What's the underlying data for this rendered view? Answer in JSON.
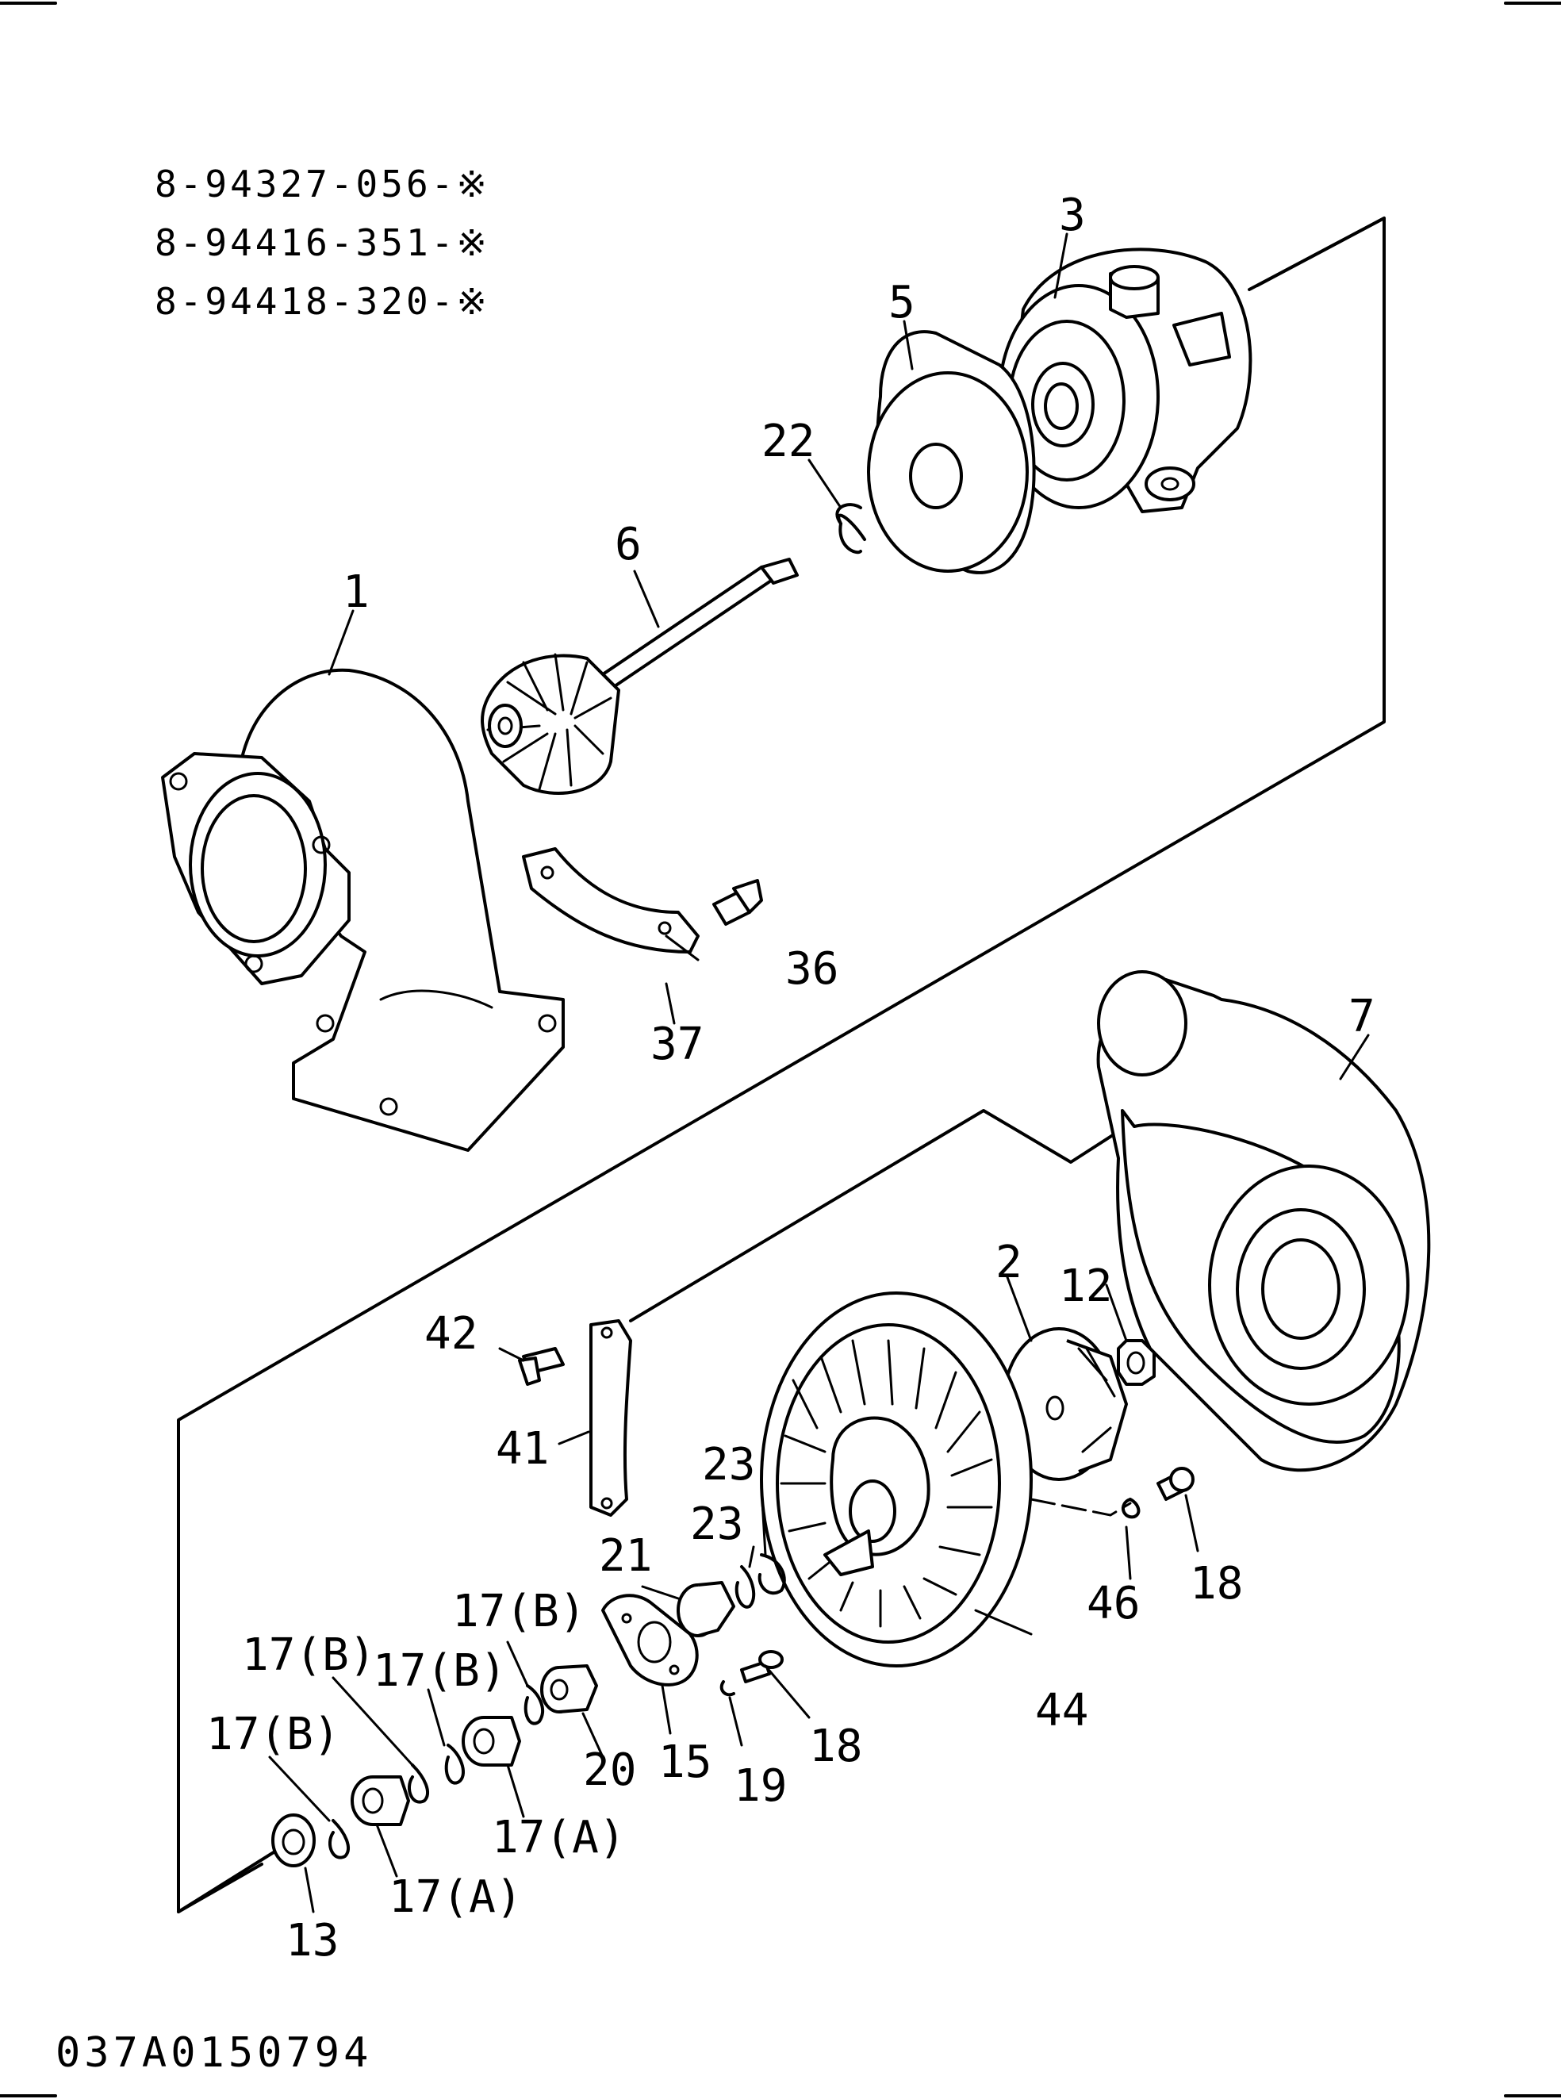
{
  "part_numbers": [
    "8-94327-056-※",
    "8-94416-351-※",
    "8-94418-320-※"
  ],
  "drawing_code": "037A0150794",
  "labels": {
    "p1": "1",
    "p2": "2",
    "p3": "3",
    "p5": "5",
    "p6": "6",
    "p7": "7",
    "p12": "12",
    "p13": "13",
    "p15": "15",
    "p17a_1": "17(A)",
    "p17a_2": "17(A)",
    "p17b_1": "17(B)",
    "p17b_2": "17(B)",
    "p17b_3": "17(B)",
    "p17b_4": "17(B)",
    "p18_1": "18",
    "p18_2": "18",
    "p19": "19",
    "p20": "20",
    "p21": "21",
    "p22": "22",
    "p23_1": "23",
    "p23_2": "23",
    "p36": "36",
    "p37": "37",
    "p41": "41",
    "p42": "42",
    "p44": "44",
    "p46": "46"
  }
}
